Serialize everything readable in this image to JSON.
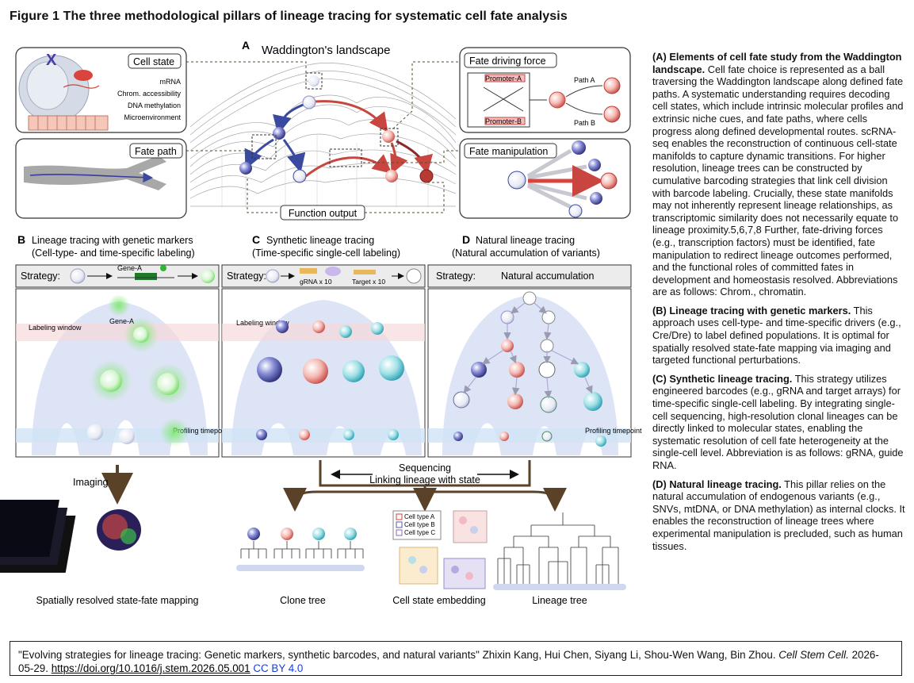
{
  "figure": {
    "title": "Figure 1 The three methodological pillars of lineage tracing for systematic cell fate analysis"
  },
  "panel_a": {
    "letter": "A",
    "title": "Waddington's landscape",
    "cell_state": {
      "label": "Cell state",
      "items": [
        "mRNA",
        "Chrom. accessibility",
        "DNA methylation",
        "Microenvironment"
      ]
    },
    "fate_path": {
      "label": "Fate path"
    },
    "fate_driving_force": {
      "label": "Fate driving force",
      "promoter_a": "Promoter-A",
      "promoter_b": "Promoter-B",
      "path_a": "Path A",
      "path_b": "Path B"
    },
    "fate_manipulation": {
      "label": "Fate manipulation"
    },
    "function_output": "Function output"
  },
  "panel_b": {
    "letter": "B",
    "title": "Lineage tracing with genetic markers",
    "subtitle": "(Cell-type- and time-specific labeling)",
    "strategy": "Strategy:",
    "gene": "Gene-A",
    "gene_inset": "Gene-A",
    "labeling_window": "Labeling window",
    "profiling_timepoint": "Profiling timepoint",
    "imaging": "Imaging",
    "caption": "Spatially resolved state-fate mapping"
  },
  "panel_c": {
    "letter": "C",
    "title": "Synthetic lineage tracing",
    "subtitle": "(Time-specific single-cell labeling)",
    "strategy": "Strategy:",
    "grna": "gRNA x 10",
    "target": "Target x 10",
    "labeling_window": "Labeling window",
    "caption_clone": "Clone tree",
    "caption_embedding": "Cell state embedding",
    "embedding_legend": [
      "Cell type A",
      "Cell type B",
      "Cell type C"
    ]
  },
  "panel_d": {
    "letter": "D",
    "title": "Natural lineage tracing",
    "subtitle": "(Natural accumulation of variants)",
    "strategy": "Strategy:",
    "strategy_text": "Natural accumulation",
    "profiling_timepoint": "Profiling timepoint",
    "caption_tree": "Lineage tree"
  },
  "sequencing": {
    "line1": "Sequencing",
    "line2": "Linking lineage with state"
  },
  "legend": [
    {
      "head": "(A) Elements of cell fate study from the Waddington landscape.",
      "body": "Cell fate choice is represented as a ball traversing the Waddington landscape along defined fate paths. A systematic understanding requires decoding cell states, which include intrinsic molecular profiles and extrinsic niche cues, and fate paths, where cells progress along defined developmental routes. scRNA-seq enables the reconstruction of continuous cell-state manifolds to capture dynamic transitions. For higher resolution, lineage trees can be constructed by cumulative barcoding strategies that link cell division with barcode labeling. Crucially, these state manifolds may not inherently represent lineage relationships, as transcriptomic similarity does not necessarily equate to lineage proximity.5,6,7,8 Further, fate-driving forces (e.g., transcription factors) must be identified, fate manipulation to redirect lineage outcomes performed, and the functional roles of committed fates in development and homeostasis resolved. Abbreviations are as follows: Chrom., chromatin."
    },
    {
      "head": "(B) Lineage tracing with genetic markers.",
      "body": "This approach uses cell-type- and time-specific drivers (e.g., Cre/Dre) to label defined populations. It is optimal for spatially resolved state-fate mapping via imaging and targeted functional perturbations."
    },
    {
      "head": "(C) Synthetic lineage tracing.",
      "body": "This strategy utilizes engineered barcodes (e.g., gRNA and target arrays) for time-specific single-cell labeling. By integrating single-cell sequencing, high-resolution clonal lineages can be directly linked to molecular states, enabling the systematic resolution of cell fate heterogeneity at the single-cell level. Abbreviation is as follows: gRNA, guide RNA."
    },
    {
      "head": "(D) Natural lineage tracing.",
      "body": "This pillar relies on the natural accumulation of endogenous variants (e.g., SNVs, mtDNA, or DNA methylation) as internal clocks. It enables the reconstruction of lineage trees where experimental manipulation is precluded, such as human tissues."
    }
  ],
  "citation": {
    "title": "\"Evolving strategies for lineage tracing: Genetic markers, synthetic barcodes, and natural variants\"",
    "authors": "Zhixin Kang, Hui Chen, Siyang Li, Shou-Wen Wang, Bin Zhou.",
    "journal": "Cell Stem Cell.",
    "date": "2026-05-29.",
    "doi": "https://doi.org/10.1016/j.stem.2026.05.001",
    "license": "CC BY 4.0"
  },
  "colors": {
    "blue_path": "#3a4aa0",
    "red_path": "#c8463f",
    "green_label": "#3cc43c",
    "teal": "#3bb8c8",
    "purple": "#6a5fb8",
    "landscape_bg": "#dde4f5"
  }
}
